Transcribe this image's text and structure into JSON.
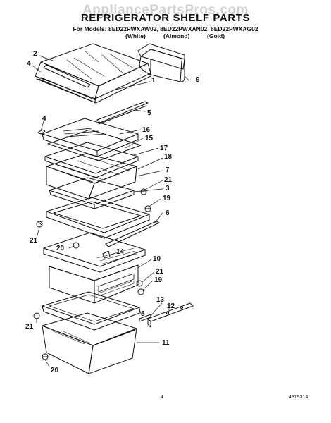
{
  "header": {
    "watermark": "AppliancePartsPros.com",
    "title": "REFRIGERATOR SHELF PARTS",
    "models": "For Models: 8ED22PWXAW02, 8ED22PWXAN02, 8ED22PWXAG02",
    "colors": [
      "(White)",
      "(Almond)",
      "(Gold)"
    ]
  },
  "callouts": {
    "c1": "1",
    "c2": "2",
    "c3": "3",
    "c4a": "4",
    "c4b": "4",
    "c5": "5",
    "c6": "6",
    "c7": "7",
    "c8": "8",
    "c9": "9",
    "c10": "10",
    "c11": "11",
    "c12": "12",
    "c13": "13",
    "c14": "14",
    "c15": "15",
    "c16": "16",
    "c17": "17",
    "c18": "18",
    "c19a": "19",
    "c19b": "19",
    "c20a": "20",
    "c20b": "20",
    "c21a": "21",
    "c21b": "21",
    "c21c": "21",
    "c21d": "21"
  },
  "footer": {
    "page_number": "4",
    "part_number": "4379314"
  }
}
